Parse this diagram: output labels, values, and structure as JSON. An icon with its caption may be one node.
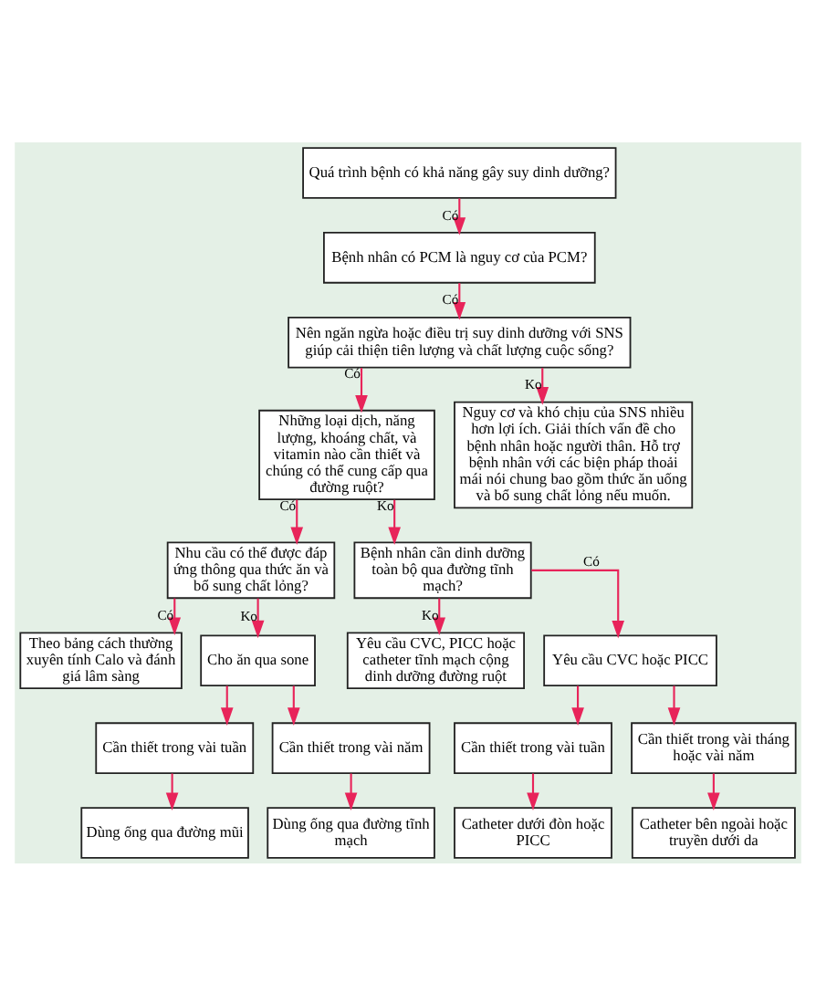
{
  "diagram": {
    "nodes": [
      {
        "text": [
          "Quá trình bệnh có khả năng gây suy dinh dưỡng?"
        ]
      },
      {
        "text": [
          "Bệnh nhân có PCM là nguy cơ của PCM?"
        ]
      },
      {
        "text": [
          "Nên ngăn ngừa hoặc điều trị suy dinh dưỡng với SNS giúp cải thiện tiên lượng và chất lượng cuộc sống?"
        ]
      },
      {
        "text": [
          "Những loại dịch, năng lượng, khoáng chất, và vitamin nào cần thiết và chúng có thể cung cấp qua đường ruột?"
        ]
      },
      {
        "text": [
          "Nguy cơ và khó chịu của SNS nhiều hơn lợi ích. Giải thích vấn đề cho bệnh nhân hoặc người thân. Hỗ trợ bệnh nhân với các biện pháp thoải mái nói chung bao gồm thức ăn uống và bổ sung chất lỏng nếu muốn."
        ]
      },
      {
        "text": [
          "Nhu cầu có thể được đáp ứng thông qua thức ăn và bổ sung chất lỏng?"
        ]
      },
      {
        "text": [
          "Bệnh nhân cần dinh dưỡng toàn bộ qua đường tĩnh mạch?"
        ]
      },
      {
        "text": [
          "Theo bảng cách thường xuyên tính Calo và đánh giá lâm sàng"
        ]
      },
      {
        "text": [
          "Cho ăn qua sone"
        ]
      },
      {
        "text": [
          "Yêu cầu CVC, PICC hoặc catheter tĩnh mạch cộng dinh dưỡng đường ruột"
        ]
      },
      {
        "text": [
          "Yêu cầu CVC hoặc PICC"
        ]
      },
      {
        "text": [
          "Cần thiết trong vài tuần"
        ]
      },
      {
        "text": [
          "Cần thiết trong vài năm"
        ]
      },
      {
        "text": [
          "Dùng ống qua đường mũi"
        ]
      },
      {
        "text": [
          "Dùng ống qua đường tĩnh mạch"
        ]
      },
      {
        "text": [
          "Cần thiết trong vài tuần"
        ]
      },
      {
        "text": [
          "Cần thiết trong vài tháng hoặc vài năm"
        ]
      },
      {
        "text": [
          "Catheter dưới đòn hoặc PICC"
        ]
      },
      {
        "text": [
          "Catheter bên ngoài hoặc truyền dưới da"
        ]
      }
    ],
    "edges": [
      {
        "from": 0,
        "to": 1,
        "arrow": "to",
        "label": "Có"
      },
      {
        "from": 1,
        "to": 2,
        "arrow": "to",
        "label": "Có"
      },
      {
        "from": 2,
        "to": 3,
        "arrow": "to",
        "label": "Có"
      },
      {
        "from": 2,
        "to": 4,
        "arrow": "to",
        "label": "Ko"
      },
      {
        "from": 3,
        "to": 5,
        "arrow": "to",
        "label": "Có"
      },
      {
        "from": 3,
        "to": 6,
        "arrow": "to",
        "label": "Ko"
      },
      {
        "from": 5,
        "to": 7,
        "arrow": "to",
        "label": "Có"
      },
      {
        "from": 5,
        "to": 8,
        "arrow": "to",
        "label": "Ko"
      },
      {
        "from": 6,
        "to": 9,
        "arrow": "to",
        "label": "Ko"
      },
      {
        "from": 6,
        "to": 10,
        "arrow": "to",
        "label": "Có"
      },
      {
        "from": 8,
        "to": 11,
        "arrow": "to"
      },
      {
        "from": 8,
        "to": 12,
        "arrow": "to"
      },
      {
        "from": 10,
        "to": 15,
        "arrow": "to"
      },
      {
        "from": 10,
        "to": 16,
        "arrow": "to"
      },
      {
        "from": 11,
        "to": 13,
        "arrow": "to"
      },
      {
        "from": 12,
        "to": 14,
        "arrow": "to"
      },
      {
        "from": 15,
        "to": 17,
        "arrow": "to"
      },
      {
        "from": 16,
        "to": 18,
        "arrow": "to"
      }
    ]
  }
}
